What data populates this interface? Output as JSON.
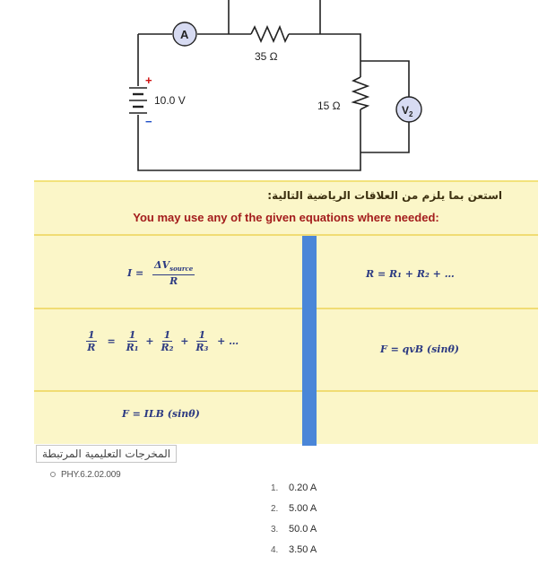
{
  "circuit": {
    "ammeter_label": "A",
    "voltmeter_label": "V",
    "voltmeter_subscript": "2",
    "battery_voltage": "10.0 V",
    "battery_plus": "+",
    "battery_minus": "−",
    "r_top_label": "35 Ω",
    "r_right_label": "15 Ω"
  },
  "equations_panel": {
    "header_ar": "استعن بما يلزم من العلاقات الرياضية التالية:",
    "header_en": "You may use any of the given equations where needed:",
    "eq_current": {
      "lhs": "I =",
      "num": "ΔV",
      "num_sub": "source",
      "den": "R"
    },
    "eq_series": "R = R₁ + R₂ + …",
    "eq_parallel": {
      "lhs_num": "1",
      "lhs_den": "R",
      "eq": "=",
      "t1_den": "R₁",
      "t2_den": "R₂",
      "t3_den": "R₃",
      "one": "1",
      "plus": "+",
      "tail": "+ …"
    },
    "eq_force_charge": "F = qvB (sinθ)",
    "eq_force_wire": "F = ILB (sinθ)"
  },
  "learning_outcomes": {
    "label": "المخرجات التعليمية المرتبطة",
    "code": "PHY.6.2.02.009"
  },
  "answers": [
    {
      "number": "1.",
      "text": "0.20 A"
    },
    {
      "number": "2.",
      "text": "5.00 A"
    },
    {
      "number": "3.",
      "text": "50.0 A"
    },
    {
      "number": "4.",
      "text": "3.50 A"
    }
  ],
  "colors": {
    "panel_bg": "#fbf6c8",
    "panel_border": "#f0dc73",
    "divider_bar": "#4a86d8",
    "heading_red": "#a31c1c",
    "equation_blue": "#2c3a82",
    "meter_fill": "#d7dbf2"
  }
}
